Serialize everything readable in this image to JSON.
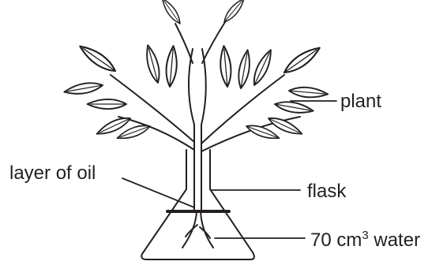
{
  "labels": {
    "plant": "plant",
    "oil": "layer of oil",
    "flask": "flask",
    "water_prefix": "70 cm",
    "water_sup": "3",
    "water_suffix": " water"
  },
  "colors": {
    "ink": "#231f20",
    "background": "#ffffff"
  }
}
